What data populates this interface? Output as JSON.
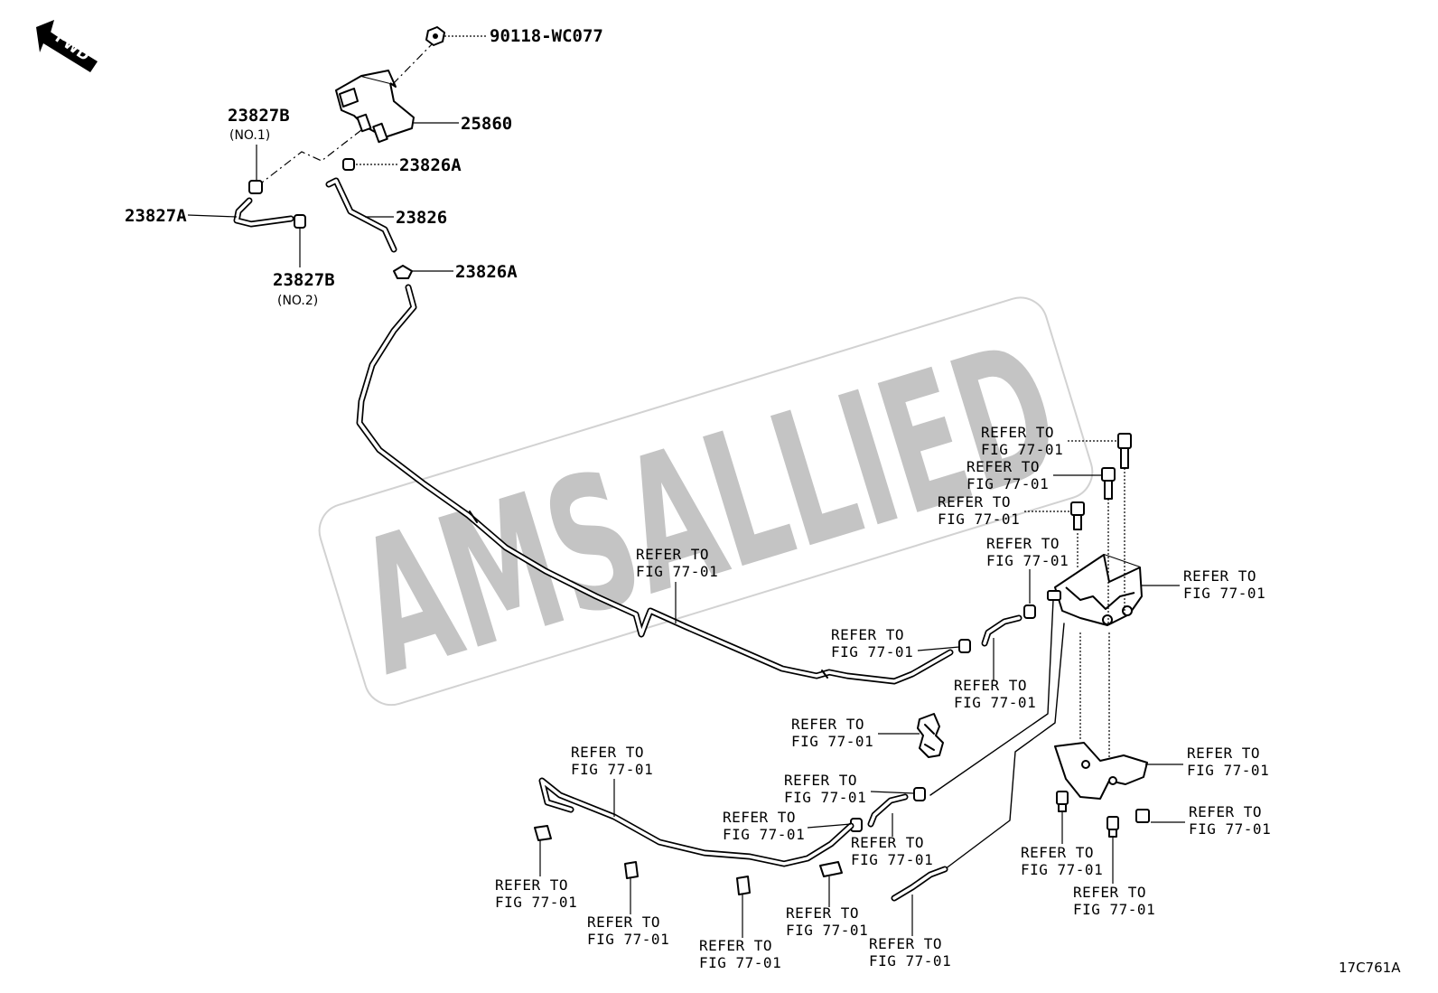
{
  "watermark": {
    "text": "AMSALLIED"
  },
  "fwd_label": "FWD",
  "figure_code": "17C761A",
  "parts": {
    "p90118": "90118-WC077",
    "p25860": "25860",
    "p23826A_top": "23826A",
    "p23826": "23826",
    "p23826A_bottom": "23826A",
    "p23827A": "23827A",
    "p23827B_no1": "23827B",
    "p23827B_no1_sub": "(NO.1)",
    "p23827B_no2": "23827B",
    "p23827B_no2_sub": "(NO.2)"
  },
  "refer": {
    "line1": "REFER TO",
    "line2": "FIG 77-01"
  }
}
